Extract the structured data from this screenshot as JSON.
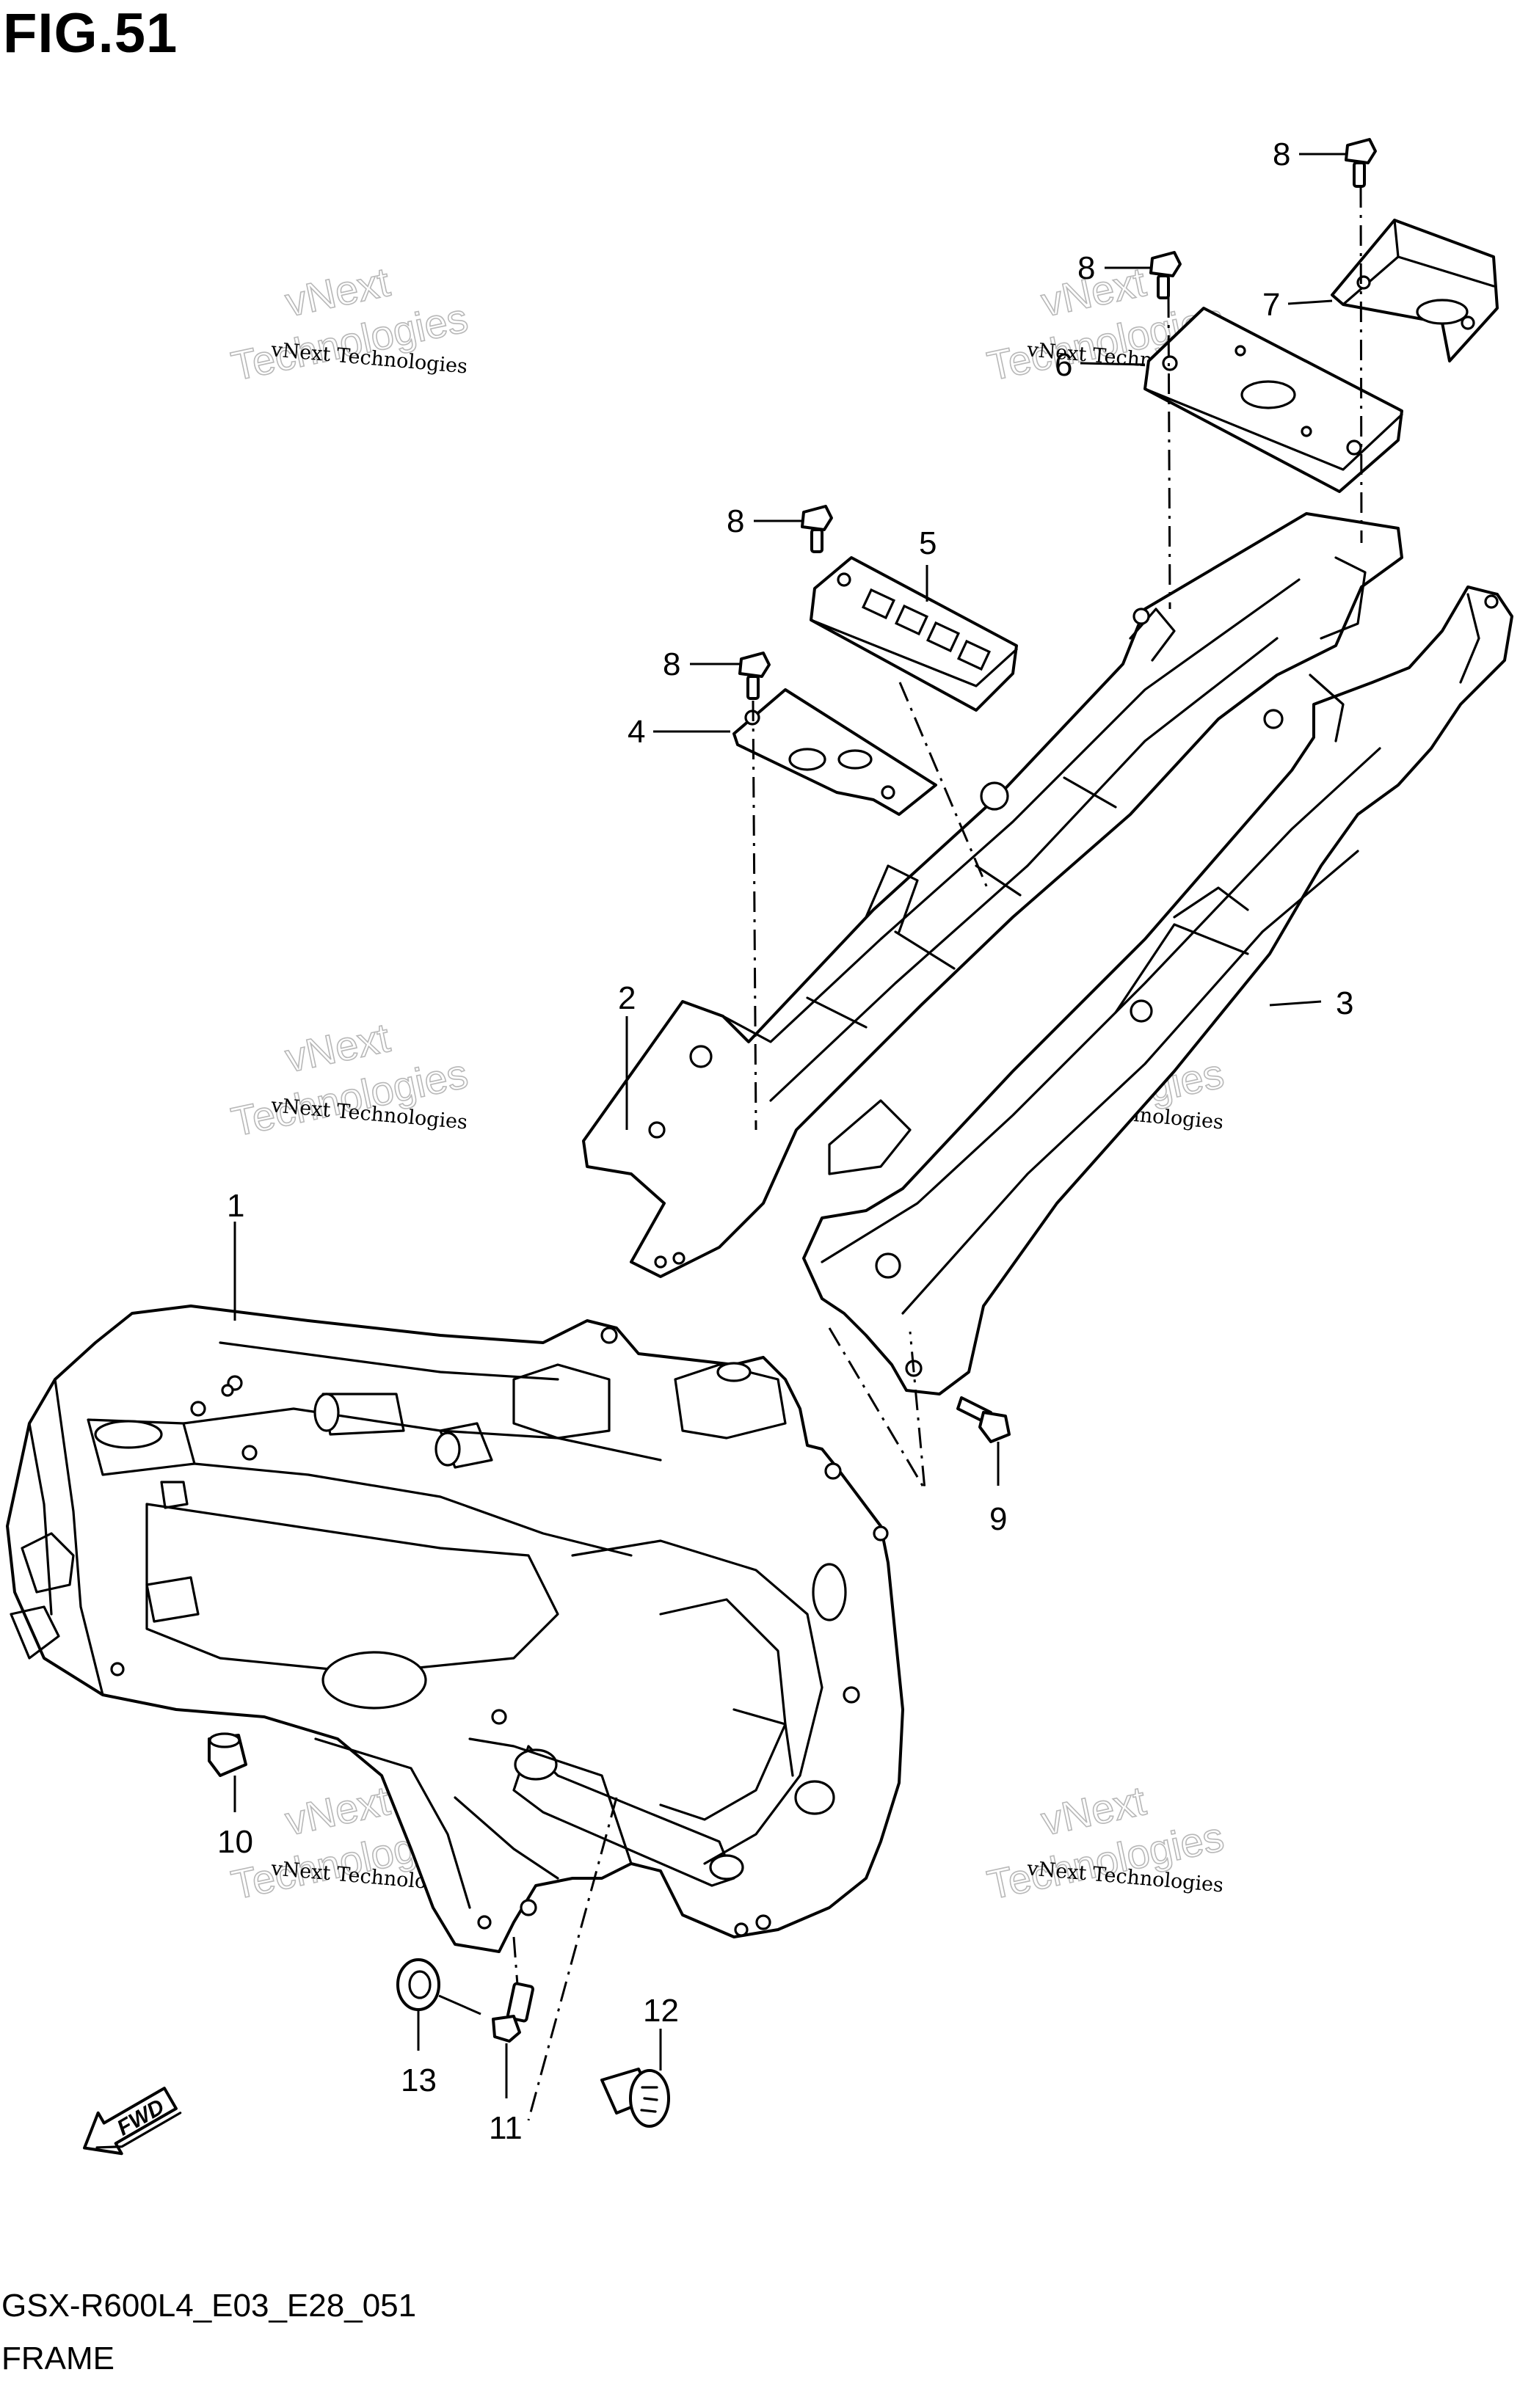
{
  "figure": {
    "title": "FIG.51",
    "model_code": "GSX-R600L4_E03_E28_051",
    "section_name": "FRAME"
  },
  "direction_marker": {
    "label": "FWD",
    "icon": "forward-arrow-icon"
  },
  "callouts": [
    {
      "id": "1",
      "label": "1"
    },
    {
      "id": "2",
      "label": "2"
    },
    {
      "id": "3",
      "label": "3"
    },
    {
      "id": "4",
      "label": "4"
    },
    {
      "id": "5",
      "label": "5"
    },
    {
      "id": "6",
      "label": "6"
    },
    {
      "id": "7",
      "label": "7"
    },
    {
      "id": "8a",
      "label": "8"
    },
    {
      "id": "8b",
      "label": "8"
    },
    {
      "id": "8c",
      "label": "8"
    },
    {
      "id": "8d",
      "label": "8"
    },
    {
      "id": "9",
      "label": "9"
    },
    {
      "id": "10",
      "label": "10"
    },
    {
      "id": "11",
      "label": "11"
    },
    {
      "id": "12",
      "label": "12"
    },
    {
      "id": "13",
      "label": "13"
    }
  ],
  "watermark": {
    "small_text": "vNext Technologies",
    "big_line1": "vNext",
    "big_line2": "Technologies"
  }
}
